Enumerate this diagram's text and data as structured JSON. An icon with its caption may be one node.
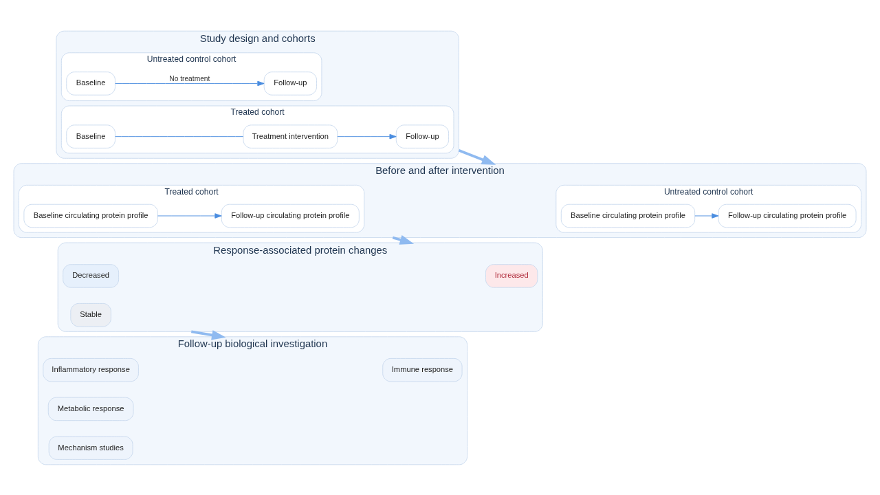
{
  "diagram": {
    "nodes": [
      {
        "text": [
          "Study design and cohorts"
        ]
      },
      {
        "text": [
          "Untreated control cohort"
        ],
        "in": 0
      },
      {
        "text": [
          "Baseline"
        ],
        "in": 1
      },
      {
        "text": [
          "Follow-up"
        ],
        "in": 1
      },
      {
        "text": [
          "Treated cohort"
        ],
        "in": 0
      },
      {
        "text": [
          "Baseline"
        ],
        "in": 4
      },
      {
        "text": [
          "Treatment intervention"
        ],
        "in": 4
      },
      {
        "text": [
          "Follow-up"
        ],
        "in": 4
      },
      {
        "text": [
          "Before and after intervention"
        ]
      },
      {
        "text": [
          "Untreated control cohort"
        ],
        "in": 8
      },
      {
        "text": [
          "Baseline circulating protein profile"
        ],
        "in": 9
      },
      {
        "text": [
          "Follow-up circulating protein profile"
        ],
        "in": 9
      },
      {
        "text": [
          "Treated cohort"
        ],
        "in": 8
      },
      {
        "text": [
          "Baseline circulating protein profile"
        ],
        "in": 12
      },
      {
        "text": [
          "Follow-up circulating protein profile"
        ],
        "in": 12
      },
      {
        "text": [
          "Response-associated protein changes"
        ]
      },
      {
        "text": [
          "Increased"
        ],
        "in": 15
      },
      {
        "text": [
          "Decreased"
        ],
        "in": 15
      },
      {
        "text": [
          "Stable"
        ],
        "in": 15
      },
      {
        "text": [
          "Follow-up biological investigation"
        ]
      },
      {
        "text": [
          "Immune response"
        ],
        "in": 19
      },
      {
        "text": [
          "Inflammatory response"
        ],
        "in": 19
      },
      {
        "text": [
          "Metabolic response"
        ],
        "in": 19
      },
      {
        "text": [
          "Mechanism studies"
        ],
        "in": 19
      }
    ],
    "edges": [
      {
        "from": 2,
        "to": 3,
        "arrow": "to",
        "label": "No treatment"
      },
      {
        "from": 5,
        "to": 6,
        "arrow": "none"
      },
      {
        "from": 6,
        "to": 7,
        "arrow": "to"
      },
      {
        "from": 10,
        "to": 11,
        "arrow": "to"
      },
      {
        "from": 13,
        "to": 14,
        "arrow": "to"
      },
      {
        "from": 0,
        "to": 8,
        "arrow": "to",
        "style": "thick"
      },
      {
        "from": 8,
        "to": 15,
        "arrow": "to",
        "style": "thick"
      },
      {
        "from": 15,
        "to": 19,
        "arrow": "to",
        "style": "thick"
      }
    ]
  }
}
